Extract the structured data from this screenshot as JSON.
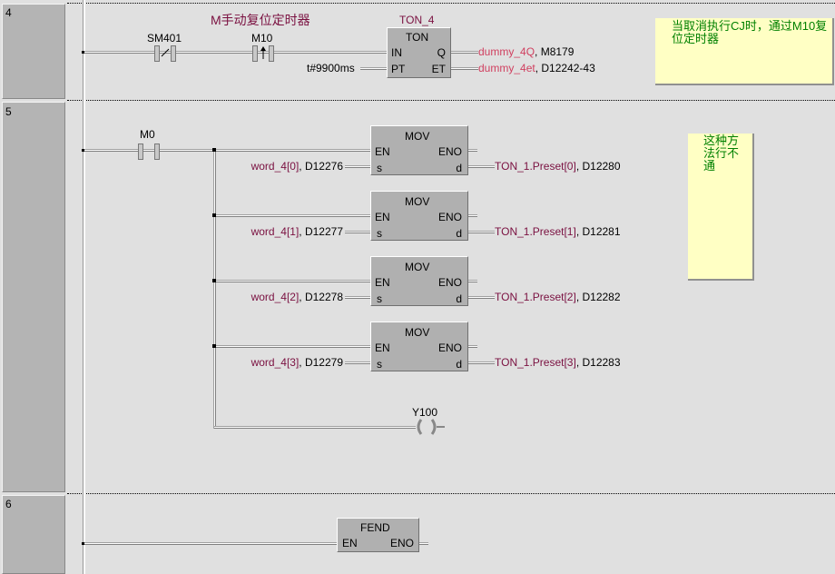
{
  "rungs": [
    {
      "number": "4",
      "comment": "M手动复位定时器",
      "contact1": "SM401",
      "contact2": "M10",
      "block": {
        "instance": "TON_4",
        "type": "TON",
        "in": "IN",
        "pt": "PT",
        "q": "Q",
        "et": "ET"
      },
      "pt_value": "t#9900ms",
      "q_var": "dummy_4Q",
      "q_dev": ", M8179",
      "et_var": "dummy_4et",
      "et_dev": ", D12242-43",
      "note": "当取消执行CJ时，通过M10复位定时器"
    },
    {
      "number": "5",
      "contact": "M0",
      "movs": [
        {
          "type": "MOV",
          "en": "EN",
          "eno": "ENO",
          "s": "s",
          "d": "d",
          "src_var": "word_4[0]",
          "src_dev": ", D12276",
          "dst_var": "TON_1.Preset[0]",
          "dst_dev": ", D12280"
        },
        {
          "type": "MOV",
          "en": "EN",
          "eno": "ENO",
          "s": "s",
          "d": "d",
          "src_var": "word_4[1]",
          "src_dev": ", D12277",
          "dst_var": "TON_1.Preset[1]",
          "dst_dev": ", D12281"
        },
        {
          "type": "MOV",
          "en": "EN",
          "eno": "ENO",
          "s": "s",
          "d": "d",
          "src_var": "word_4[2]",
          "src_dev": ", D12278",
          "dst_var": "TON_1.Preset[2]",
          "dst_dev": ", D12282"
        },
        {
          "type": "MOV",
          "en": "EN",
          "eno": "ENO",
          "s": "s",
          "d": "d",
          "src_var": "word_4[3]",
          "src_dev": ", D12279",
          "dst_var": "TON_1.Preset[3]",
          "dst_dev": ", D12283"
        }
      ],
      "coil": "Y100",
      "note": "这种方法行不通"
    },
    {
      "number": "6",
      "block": {
        "type": "FEND",
        "en": "EN",
        "eno": "ENO"
      }
    }
  ]
}
